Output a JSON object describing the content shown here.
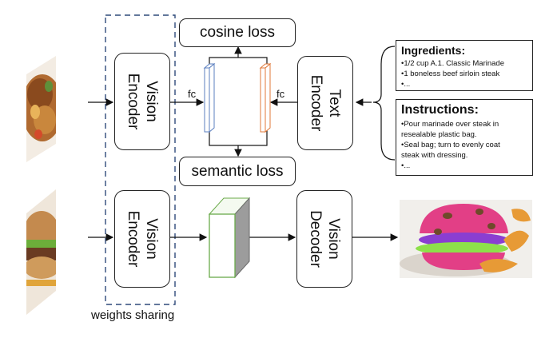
{
  "vision_encoder": {
    "line1": "Vision",
    "line2": "Encoder"
  },
  "text_encoder": {
    "line1": "Text",
    "line2": "Encoder"
  },
  "vision_decoder": {
    "line1": "Vision",
    "line2": "Decoder"
  },
  "losses": {
    "cosine": "cosine loss",
    "semantic": "semantic loss"
  },
  "fc_label": "fc",
  "weights_sharing": "weights sharing",
  "ingredients": {
    "title": "Ingredients:",
    "lines": [
      "•1/2 cup A.1. Classic Marinade",
      "•1 boneless beef sirloin steak",
      "•..."
    ]
  },
  "instructions": {
    "title": "Instructions:",
    "lines": [
      "•Pour marinade over steak in",
      "resealable plastic bag.",
      "•Seal bag; turn to evenly coat",
      "steak with dressing.",
      "•..."
    ]
  },
  "images": {
    "top": "food-photo-grilled-chicken",
    "bottom": "food-photo-burger",
    "output": "segmented-burger"
  }
}
